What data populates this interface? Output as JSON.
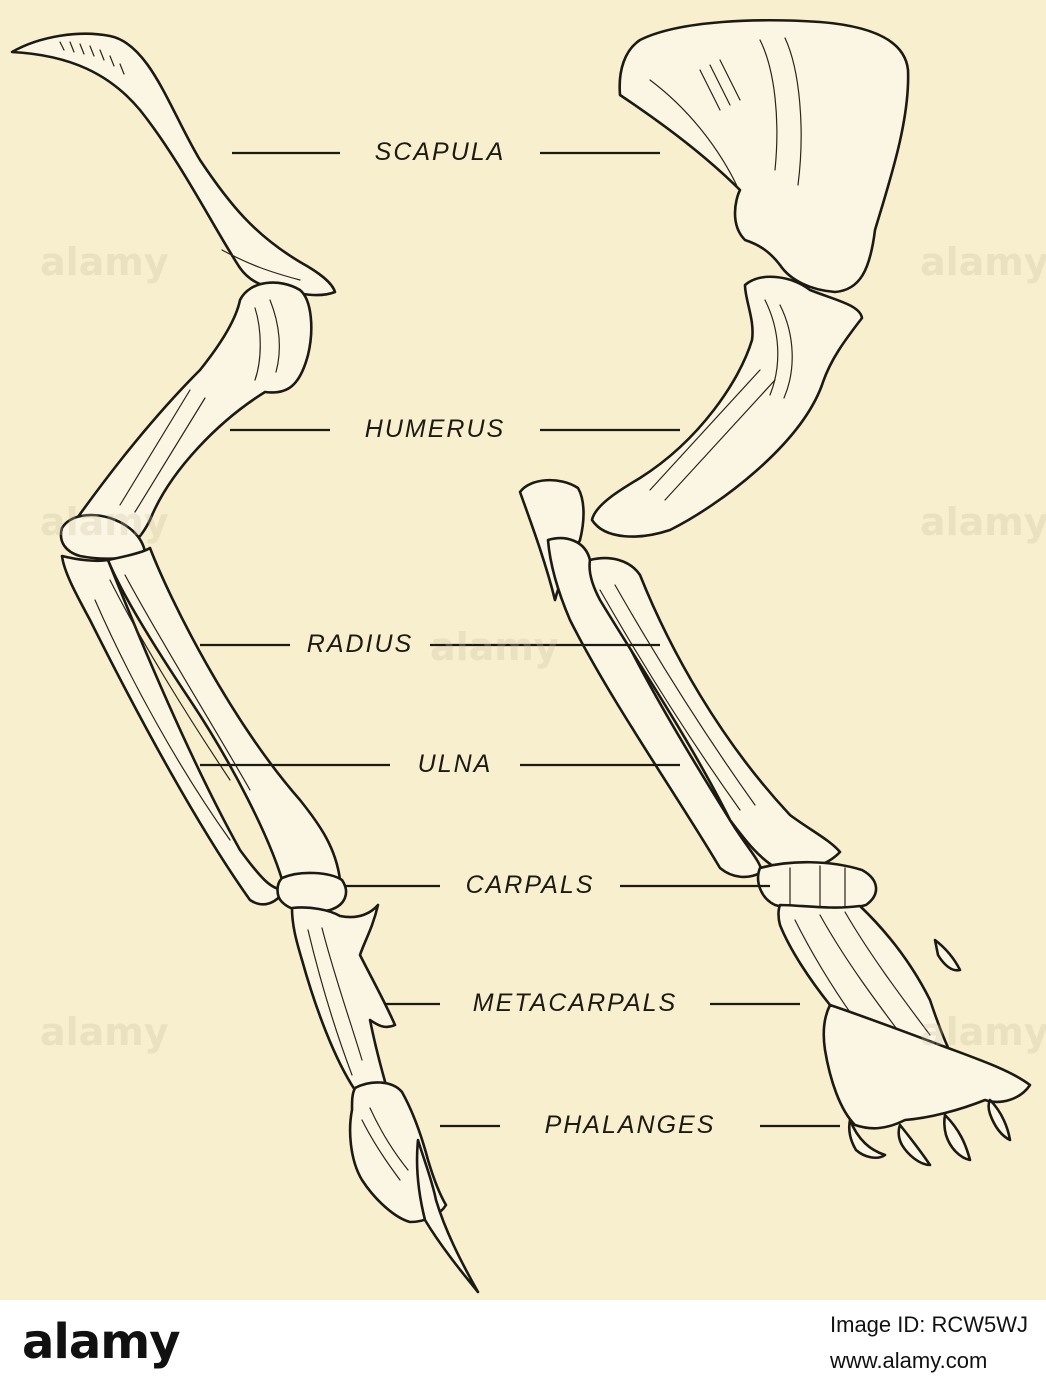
{
  "labels": {
    "scapula": "SCAPULA",
    "humerus": "HUMERUS",
    "radius": "RADIUS",
    "ulna": "ULNA",
    "carpals": "CARPALS",
    "metacarpals": "METACARPALS",
    "phalanges": "PHALANGES"
  },
  "watermark": {
    "text": "alamy"
  },
  "banner": {
    "logo": "alamy",
    "image_id": "Image ID: RCW5WJ",
    "url": "www.alamy.com"
  },
  "colors": {
    "paper": "#f7efce",
    "ink": "#1d1a14",
    "banner": "#ffffff"
  }
}
